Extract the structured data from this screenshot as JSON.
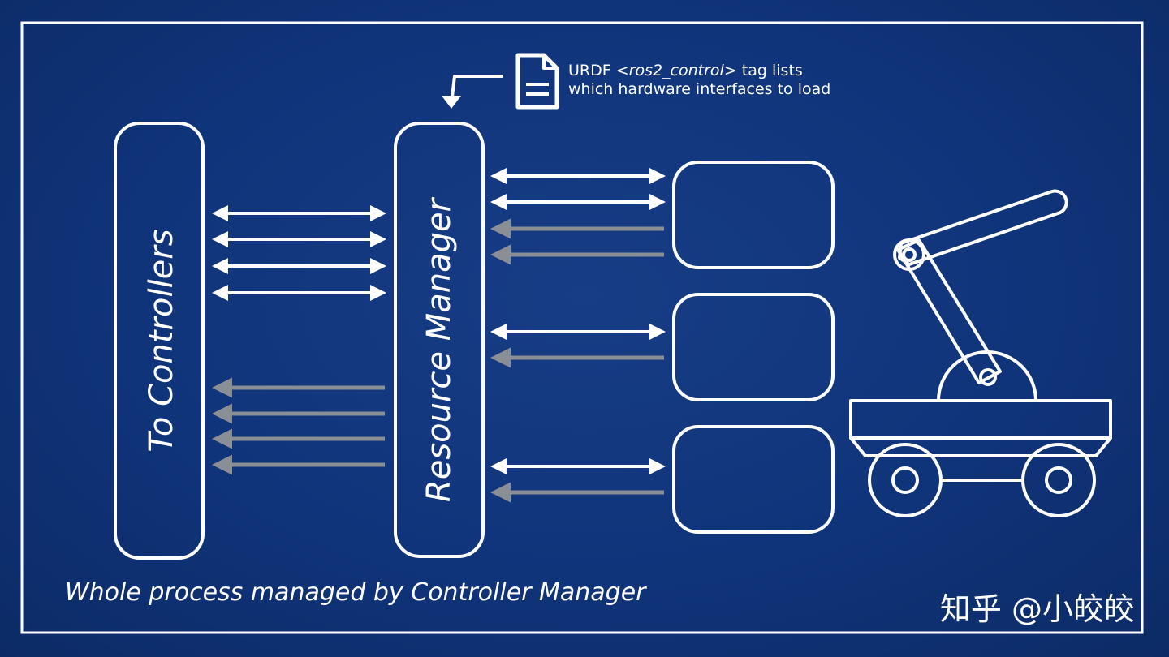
{
  "diagram": {
    "left_column_label": "To Controllers",
    "center_column_label": "Resource Manager",
    "note": {
      "prefix": "URDF ",
      "tag": "<ros2_control>",
      "suffix": " tag lists",
      "line2": "which hardware interfaces to load"
    },
    "footer": "Whole process managed by Controller Manager",
    "watermark": "知乎 @小皎皎",
    "colors": {
      "background": "#10347a",
      "line": "#ffffff",
      "state_arrow": "#8a8f96"
    },
    "icons": [
      "document-icon",
      "robot-arm-cart-icon"
    ]
  }
}
